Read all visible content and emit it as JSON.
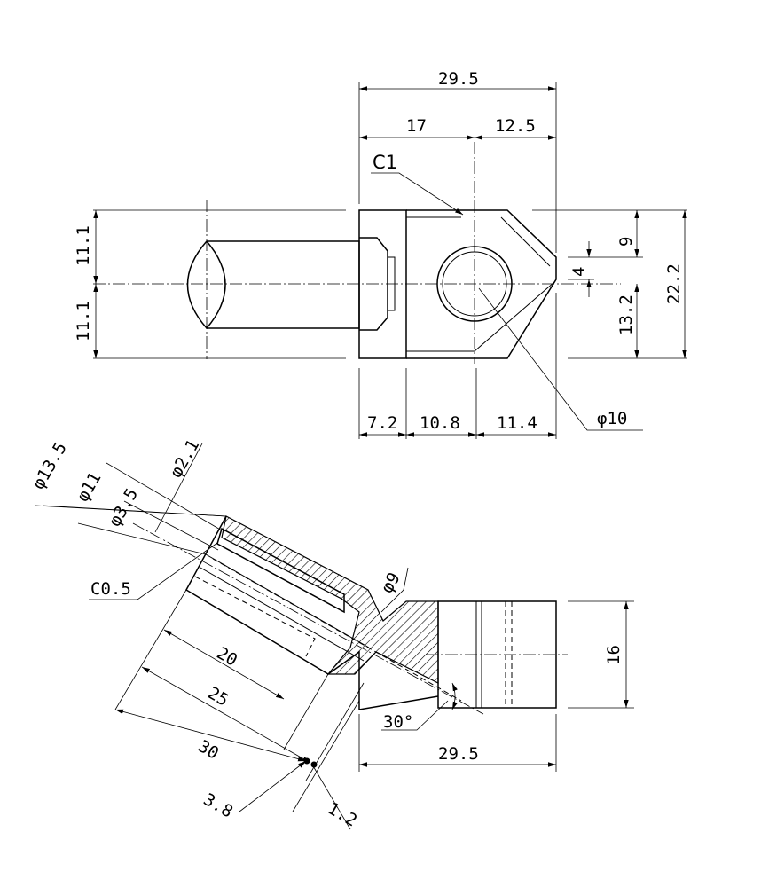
{
  "top_view": {
    "dims": {
      "overall_width": "29.5",
      "left_width": "17",
      "right_width": "12.5",
      "chamfer": "C1",
      "upper_half": "11.1",
      "lower_half": "11.1",
      "tip_offset": "9",
      "tip_flat": "4",
      "lower_height": "13.2",
      "overall_height": "22.2",
      "seg_a": "7.2",
      "seg_b": "10.8",
      "seg_c": "11.4",
      "bore_diameter": "φ10"
    }
  },
  "section_view": {
    "dims": {
      "dia_outer": "φ13.5",
      "dia_mid": "φ11",
      "dia_pin": "φ3.5",
      "dia_hole": "φ2.1",
      "chamfer": "C0.5",
      "dia_neck": "φ9",
      "len_20": "20",
      "len_25": "25",
      "len_30": "30",
      "len_3_8": "3.8",
      "len_1_2": "1.2",
      "angle": "30°",
      "height": "16",
      "width": "29.5"
    }
  }
}
